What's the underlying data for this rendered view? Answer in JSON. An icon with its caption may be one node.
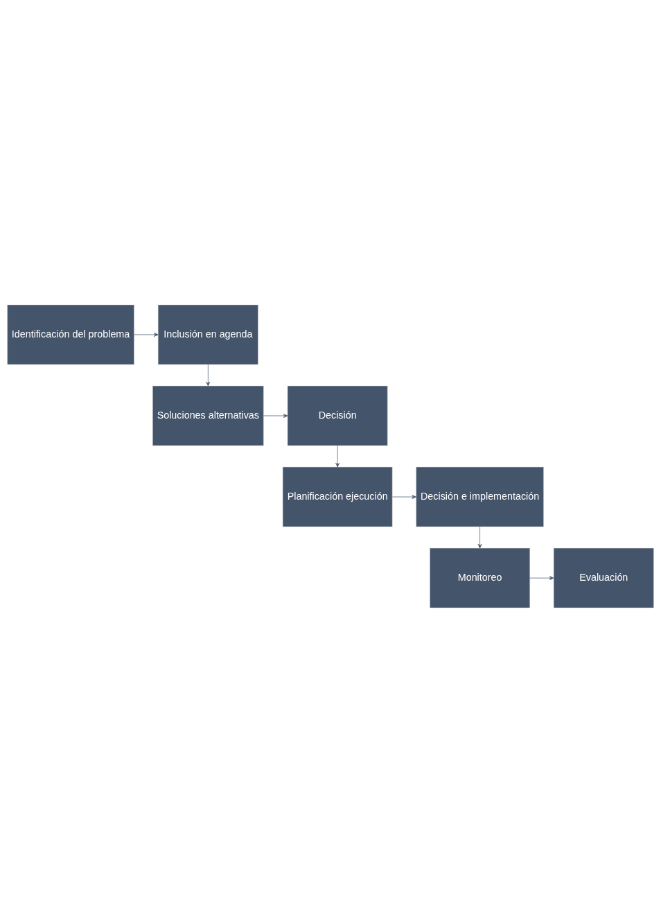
{
  "diagram": {
    "nodes": [
      {
        "text": [
          "Identificación del problema"
        ]
      },
      {
        "text": [
          "Inclusión en agenda"
        ]
      },
      {
        "text": [
          "Soluciones alternativas"
        ]
      },
      {
        "text": [
          "Decisión"
        ]
      },
      {
        "text": [
          "Planificación ejecución"
        ]
      },
      {
        "text": [
          "Decisión e implementación"
        ]
      },
      {
        "text": [
          "Monitoreo"
        ]
      },
      {
        "text": [
          "Evaluación"
        ]
      }
    ],
    "edges": [
      {
        "from": 0,
        "to": 1,
        "arrow": "to"
      },
      {
        "from": 1,
        "to": 2,
        "arrow": "to"
      },
      {
        "from": 2,
        "to": 3,
        "arrow": "to"
      },
      {
        "from": 3,
        "to": 4,
        "arrow": "to"
      },
      {
        "from": 4,
        "to": 5,
        "arrow": "to"
      },
      {
        "from": 5,
        "to": 6,
        "arrow": "to"
      },
      {
        "from": 6,
        "to": 7,
        "arrow": "to"
      }
    ]
  }
}
